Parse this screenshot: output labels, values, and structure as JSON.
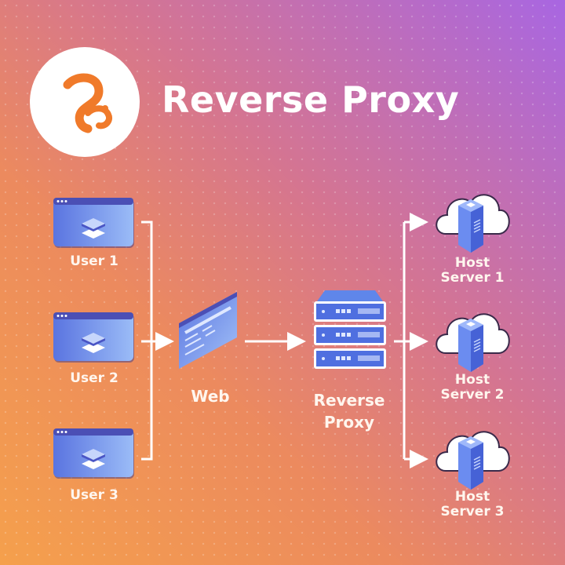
{
  "title": "Reverse Proxy",
  "users": [
    {
      "label": "User 1"
    },
    {
      "label": "User 2"
    },
    {
      "label": "User 3"
    }
  ],
  "web": {
    "label": "Web"
  },
  "proxy": {
    "label_line1": "Reverse",
    "label_line2": "Proxy"
  },
  "hosts": [
    {
      "line1": "Host",
      "line2": "Server 1"
    },
    {
      "line1": "Host",
      "line2": "Server 2"
    },
    {
      "line1": "Host",
      "line2": "Server 3"
    }
  ],
  "colors": {
    "accent": "#f07a2a",
    "icon_blue": "#5b78e6",
    "bg_start": "#f5a04c",
    "bg_end": "#a866e2"
  }
}
